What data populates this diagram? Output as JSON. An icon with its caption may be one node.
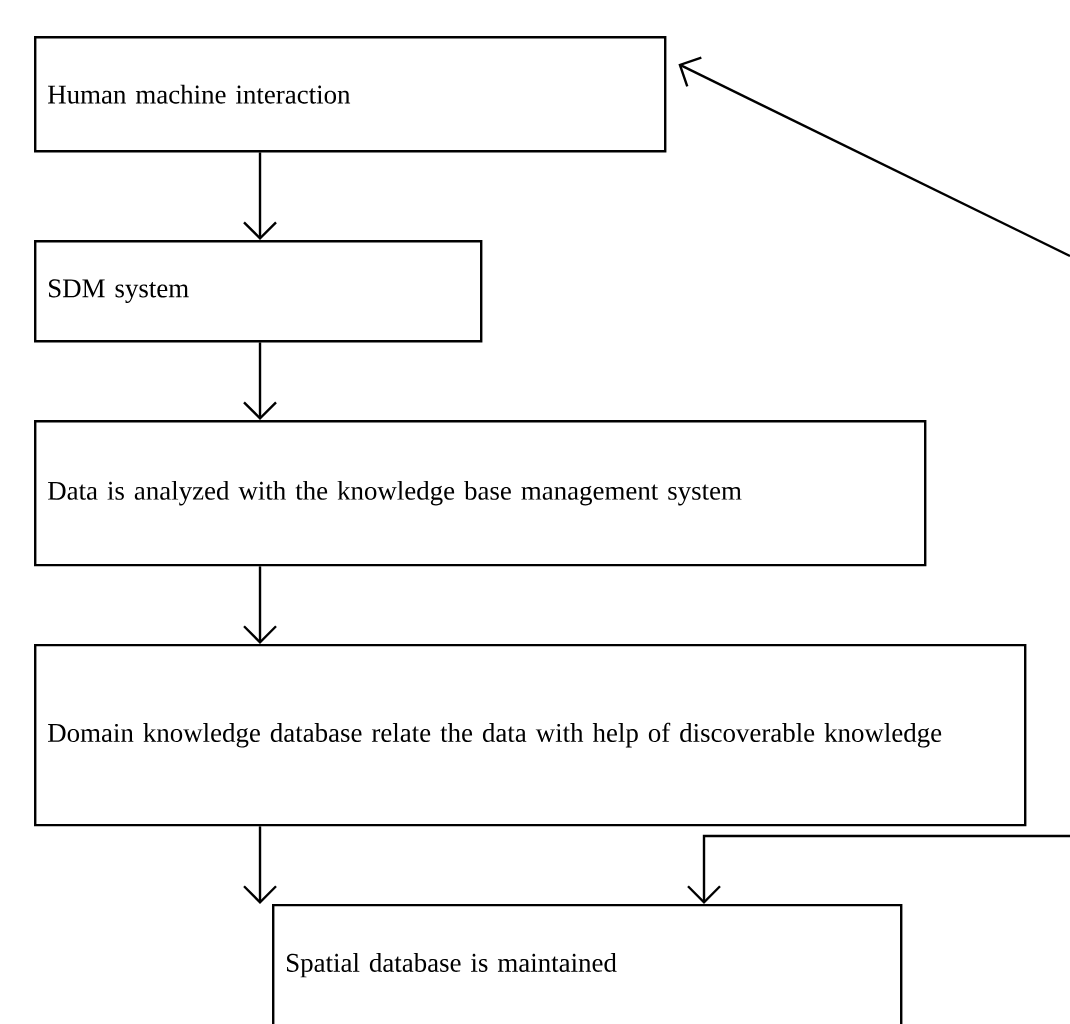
{
  "diagram": {
    "nodes": [
      {
        "text": [
          "Human machine interaction"
        ]
      },
      {
        "text": [
          "SDM system"
        ]
      },
      {
        "text": [
          "Data is analyzed with the knowledge base management system"
        ]
      },
      {
        "text": [
          "Domain knowledge database relate the data with help of discoverable knowledge"
        ]
      },
      {
        "text": [
          "Spatial database is maintained"
        ]
      }
    ],
    "edges": [
      {
        "from": 0,
        "to": 1,
        "arrow": "to"
      },
      {
        "from": 1,
        "to": 2,
        "arrow": "to"
      },
      {
        "from": 2,
        "to": 3,
        "arrow": "to"
      },
      {
        "from": 3,
        "to": 4,
        "arrow": "to"
      },
      {
        "from": null,
        "to": 4,
        "arrow": "to"
      },
      {
        "from": null,
        "to": 0,
        "arrow": "to"
      }
    ]
  }
}
